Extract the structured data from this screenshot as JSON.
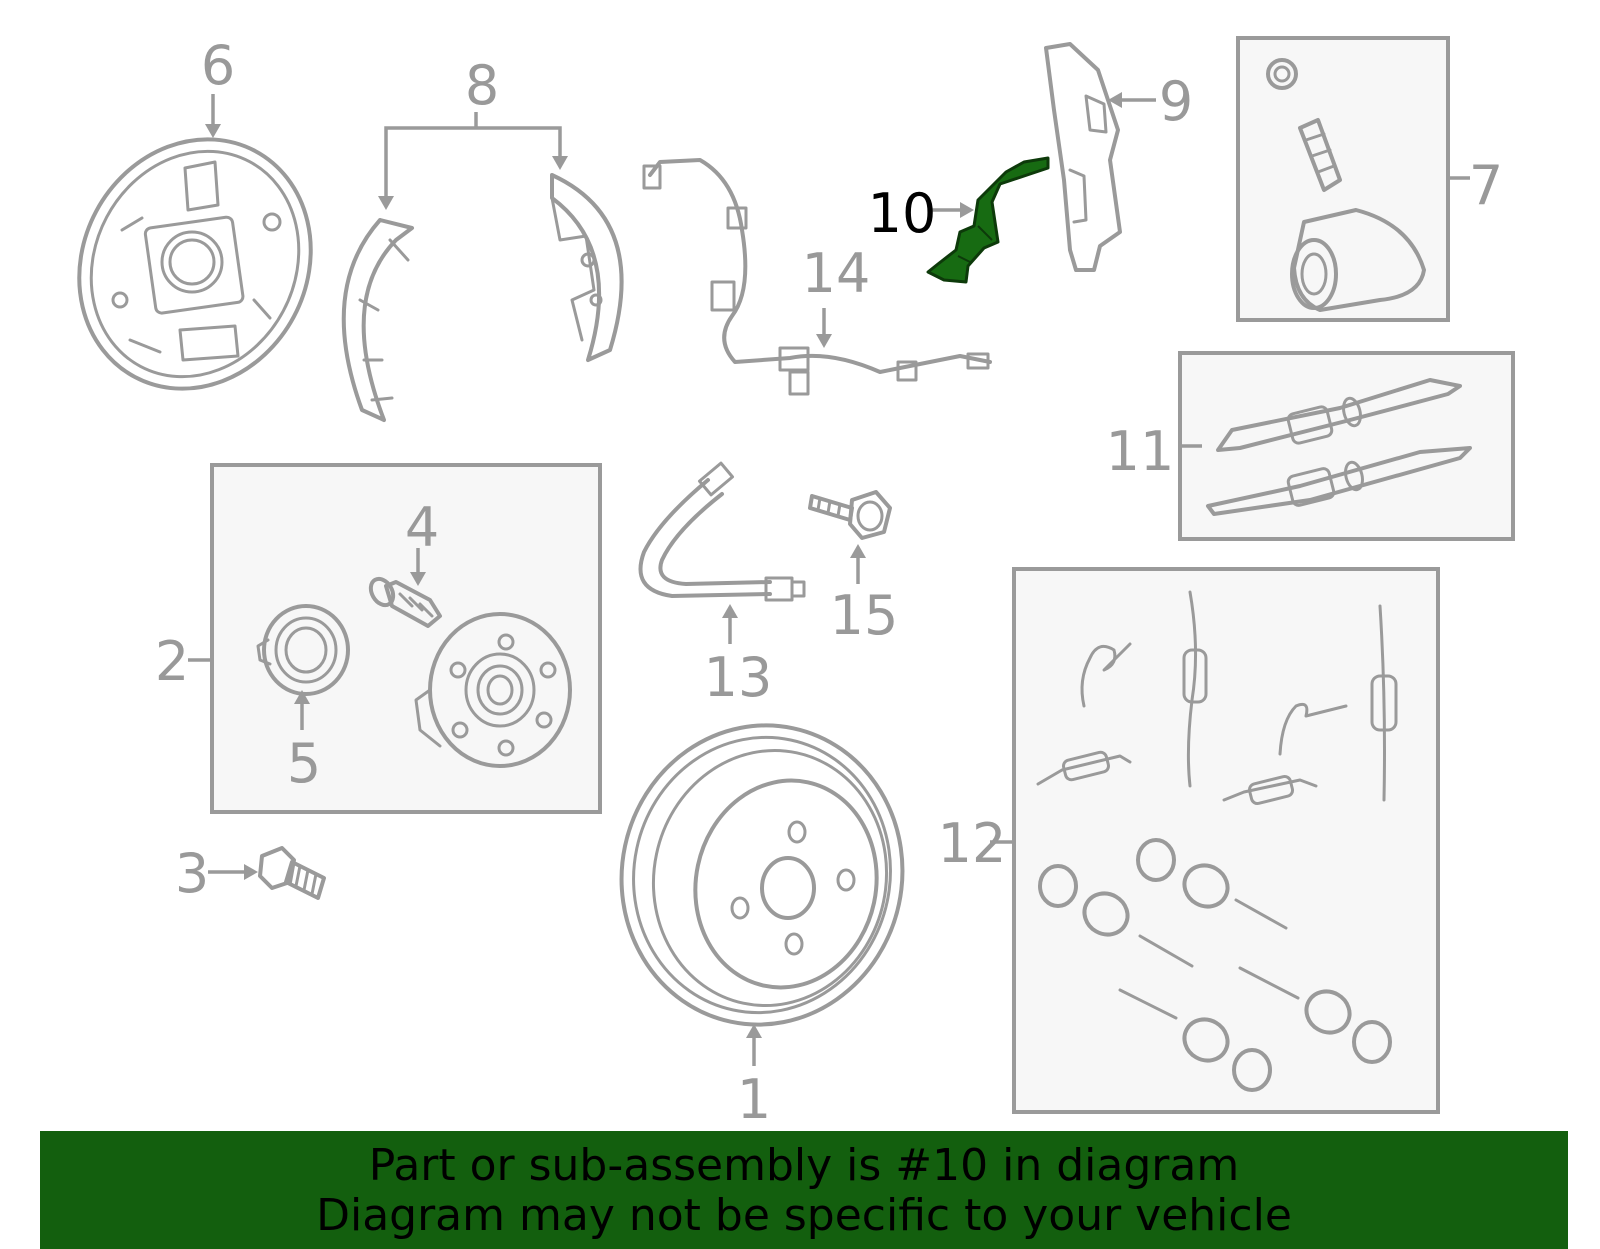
{
  "callouts": {
    "c1": "1",
    "c2": "2",
    "c3": "3",
    "c4": "4",
    "c5": "5",
    "c6": "6",
    "c7": "7",
    "c8": "8",
    "c9": "9",
    "c10": "10",
    "c11": "11",
    "c12": "12",
    "c13": "13",
    "c14": "14",
    "c15": "15"
  },
  "highlight_color": "#176b12",
  "banner": {
    "line1": "Part or sub-assembly is #10 in diagram",
    "line2": "Diagram may not be specific to your vehicle",
    "background": "#135f0e"
  }
}
